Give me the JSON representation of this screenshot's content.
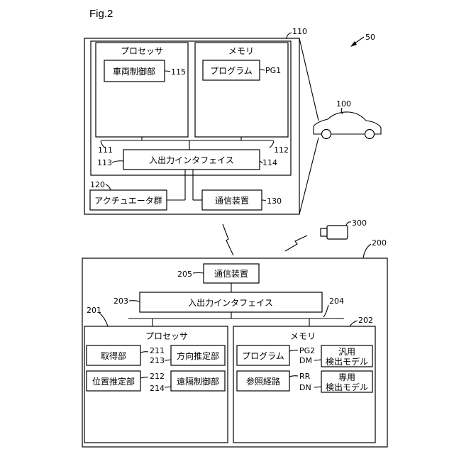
{
  "figure_label": "Fig.2",
  "system_ref": "50",
  "vehicle": {
    "ref": "100",
    "control_unit": {
      "ref": "110",
      "processor": {
        "label": "プロセッサ",
        "ref": "111",
        "unit_label": "車両制御部",
        "unit_ref": "115"
      },
      "memory": {
        "label": "メモリ",
        "ref": "112",
        "program_label": "プログラム",
        "program_ref": "PG1"
      },
      "io_interface": {
        "label": "入出力インタフェイス",
        "ref_left": "113",
        "ref_right": "114"
      }
    },
    "actuators": {
      "label": "アクチュエータ群",
      "ref": "120"
    },
    "comm_device": {
      "label": "通信装置",
      "ref": "130"
    }
  },
  "camera_ref": "300",
  "server": {
    "ref": "200",
    "comm_device": {
      "label": "通信装置",
      "ref": "205"
    },
    "io_interface": {
      "label": "入出力インタフェイス",
      "ref_left": "203",
      "ref_right": "204"
    },
    "processor": {
      "label": "プロセッサ",
      "ref": "201",
      "units": [
        {
          "label": "取得部",
          "ref": "211"
        },
        {
          "label": "方向推定部",
          "ref": "213"
        },
        {
          "label": "位置推定部",
          "ref": "212"
        },
        {
          "label": "遠隔制御部",
          "ref": "214"
        }
      ]
    },
    "memory": {
      "label": "メモリ",
      "ref": "202",
      "program_label": "プログラム",
      "program_ref": "PG2",
      "route_label": "参照経路",
      "route_ref": "RR",
      "general_model": {
        "line1": "汎用",
        "line2": "検出モデル",
        "ref": "DM"
      },
      "dedicated_model": {
        "line1": "専用",
        "line2": "検出モデル",
        "ref": "DN"
      }
    }
  }
}
